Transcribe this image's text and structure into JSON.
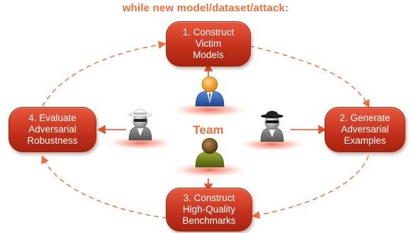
{
  "title": "while new model/dataset/attack:",
  "center_label": "Team",
  "nodes": {
    "construct_victim": "1. Construct\nVictim\nModels",
    "generate_adversarial": "2. Generate\nAdversarial\nExamples",
    "construct_benchmarks": "3. Construct\nHigh-Quality\nBenchmarks",
    "evaluate_robustness": "4. Evaluate\nAdversarial\nRobustness"
  },
  "colors": {
    "node_fill": "#c8361f",
    "accent": "#ee6e3a",
    "person_blue": "#2d5fa8",
    "person_green": "#6b7a1e",
    "person_gray": "#777777"
  },
  "icons": [
    "blue-person-icon",
    "green-person-icon",
    "white-hat-spy-icon",
    "black-hat-spy-icon"
  ]
}
